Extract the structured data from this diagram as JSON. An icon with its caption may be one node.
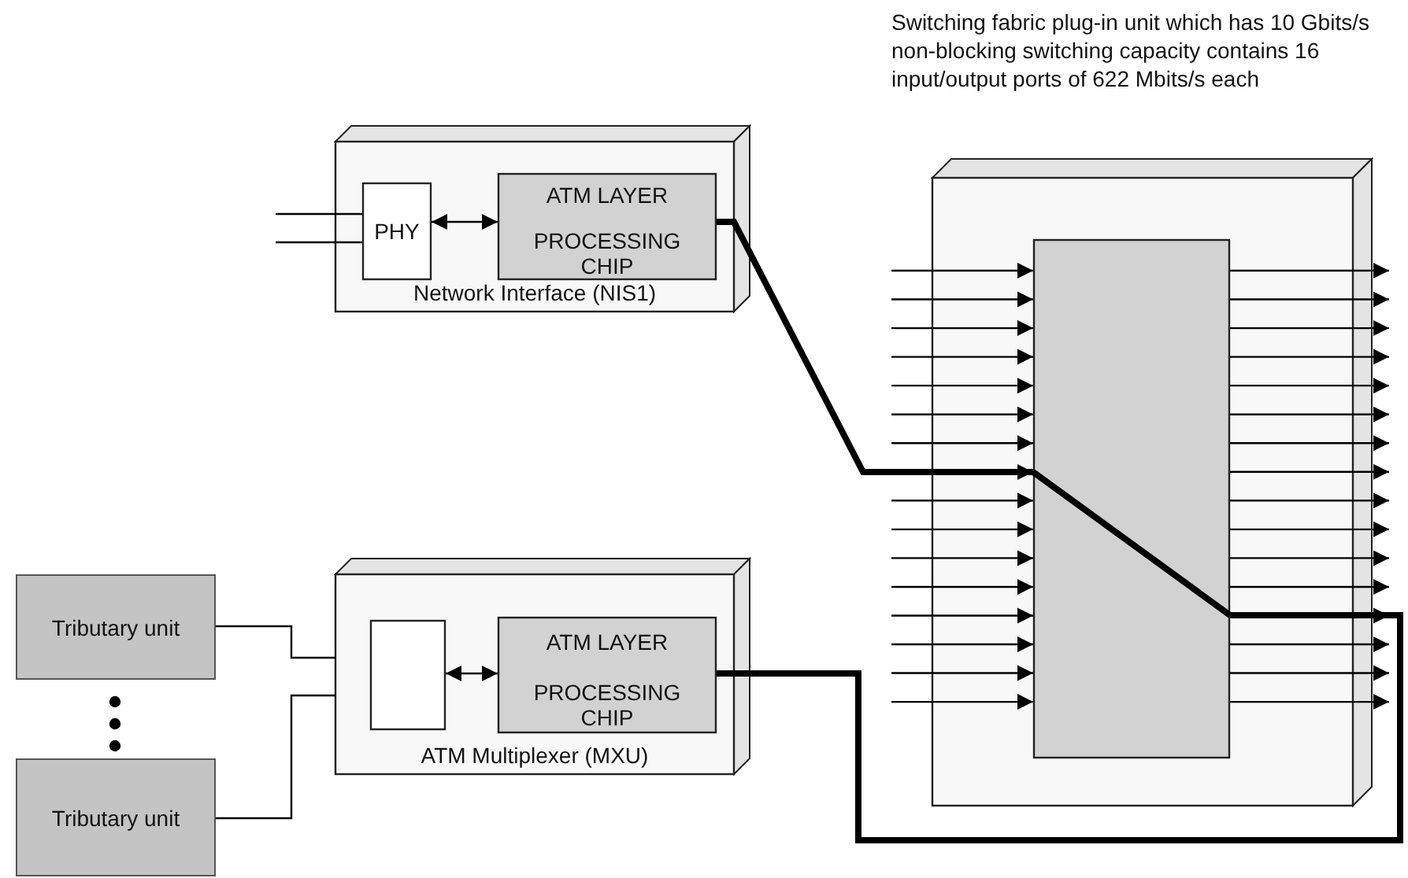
{
  "diagram": {
    "nodes": [
      {
        "text": [
          "Network Interface (NIS1)"
        ]
      },
      {
        "text": [
          "PHY"
        ],
        "in": 0
      },
      {
        "text": [
          "ATM LAYER",
          "PROCESSING CHIP"
        ],
        "in": 0
      },
      {
        "text": [
          "Switching fabric plug-in unit which has 10 Gbits/s non-blocking switching capacity contains 16 input/output ports of 622 Mbits/s each"
        ]
      },
      {
        "text": [],
        "shape": "box",
        "in": 3
      },
      {
        "text": [
          "Tributary unit"
        ]
      },
      {
        "text": [
          "Tributary unit"
        ]
      },
      {
        "text": [
          "ATM Multiplexer (MXU)"
        ]
      },
      {
        "text": [],
        "shape": "box",
        "in": 7
      },
      {
        "text": [
          "ATM LAYER",
          "PROCESSING CHIP"
        ],
        "in": 7
      }
    ],
    "edges": [
      {
        "from": null,
        "to": 1,
        "arrow": "none"
      },
      {
        "from": null,
        "to": 1,
        "arrow": "none"
      },
      {
        "from": 1,
        "to": 2,
        "arrow": "both"
      },
      {
        "from": 2,
        "to": 4,
        "arrow": "to",
        "style": "thick"
      },
      {
        "from": null,
        "to": 4,
        "arrow": "to"
      },
      {
        "from": null,
        "to": 4,
        "arrow": "to"
      },
      {
        "from": null,
        "to": 4,
        "arrow": "to"
      },
      {
        "from": null,
        "to": 4,
        "arrow": "to"
      },
      {
        "from": null,
        "to": 4,
        "arrow": "to"
      },
      {
        "from": null,
        "to": 4,
        "arrow": "to"
      },
      {
        "from": null,
        "to": 4,
        "arrow": "to"
      },
      {
        "from": null,
        "to": 4,
        "arrow": "to"
      },
      {
        "from": null,
        "to": 4,
        "arrow": "to"
      },
      {
        "from": null,
        "to": 4,
        "arrow": "to"
      },
      {
        "from": null,
        "to": 4,
        "arrow": "to"
      },
      {
        "from": null,
        "to": 4,
        "arrow": "to"
      },
      {
        "from": null,
        "to": 4,
        "arrow": "to"
      },
      {
        "from": null,
        "to": 4,
        "arrow": "to"
      },
      {
        "from": null,
        "to": 4,
        "arrow": "to"
      },
      {
        "from": 4,
        "to": null,
        "arrow": "to"
      },
      {
        "from": 4,
        "to": null,
        "arrow": "to"
      },
      {
        "from": 4,
        "to": null,
        "arrow": "to"
      },
      {
        "from": 4,
        "to": null,
        "arrow": "to"
      },
      {
        "from": 4,
        "to": null,
        "arrow": "to"
      },
      {
        "from": 4,
        "to": null,
        "arrow": "to"
      },
      {
        "from": 4,
        "to": null,
        "arrow": "to"
      },
      {
        "from": 4,
        "to": null,
        "arrow": "to"
      },
      {
        "from": 4,
        "to": null,
        "arrow": "to"
      },
      {
        "from": 4,
        "to": null,
        "arrow": "to"
      },
      {
        "from": 4,
        "to": null,
        "arrow": "to"
      },
      {
        "from": 4,
        "to": null,
        "arrow": "to"
      },
      {
        "from": 4,
        "to": null,
        "arrow": "to"
      },
      {
        "from": 4,
        "to": null,
        "arrow": "to"
      },
      {
        "from": 4,
        "to": null,
        "arrow": "to"
      },
      {
        "from": 4,
        "to": null,
        "arrow": "to"
      },
      {
        "from": 4,
        "to": 9,
        "arrow": "none",
        "style": "thick"
      },
      {
        "from": 8,
        "to": 9,
        "arrow": "both"
      },
      {
        "from": 5,
        "to": 7,
        "arrow": "none"
      },
      {
        "from": 6,
        "to": 7,
        "arrow": "none"
      }
    ]
  }
}
